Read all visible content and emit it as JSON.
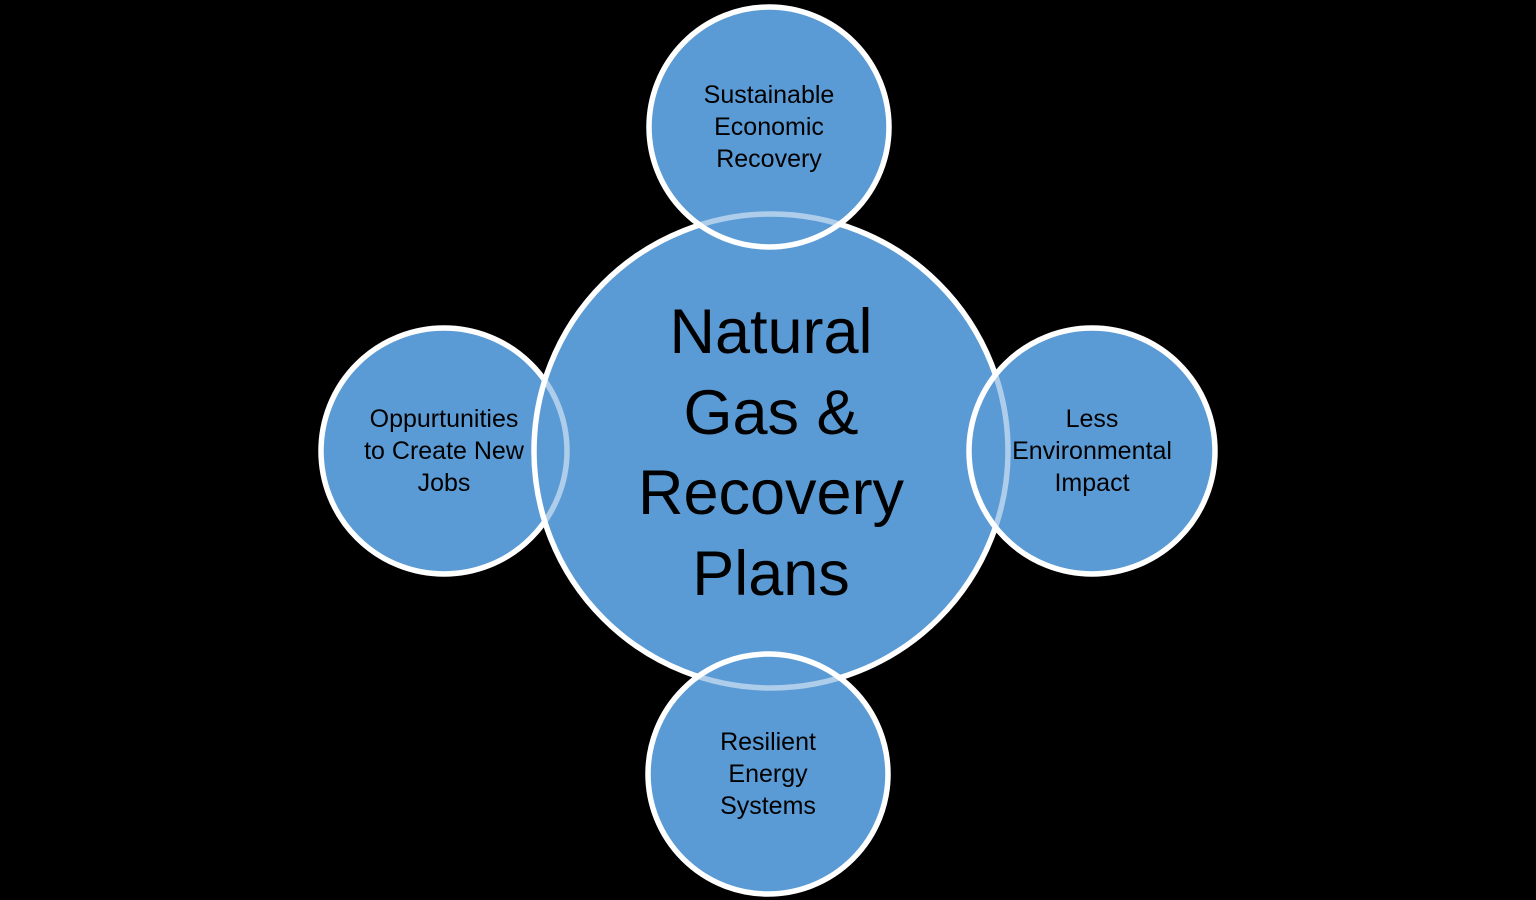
{
  "canvas": {
    "background": "#000000"
  },
  "palette": {
    "circle_fill": "#5b9bd5",
    "circle_stroke": "#ffffff",
    "text_color": "#000000"
  },
  "center_circle": {
    "label_lines": [
      "Natural",
      "Gas &",
      "Recovery",
      "Plans"
    ]
  },
  "satellite_circles": [
    {
      "position": "top",
      "label_lines": [
        "Sustainable",
        "Economic",
        "Recovery"
      ]
    },
    {
      "position": "right",
      "label_lines": [
        "Less",
        "Environmental",
        "Impact"
      ]
    },
    {
      "position": "bottom",
      "label_lines": [
        "Resilient",
        "Energy",
        "Systems"
      ]
    },
    {
      "position": "left",
      "label_lines": [
        "Oppurtunities",
        "to Create New",
        "Jobs"
      ]
    }
  ]
}
